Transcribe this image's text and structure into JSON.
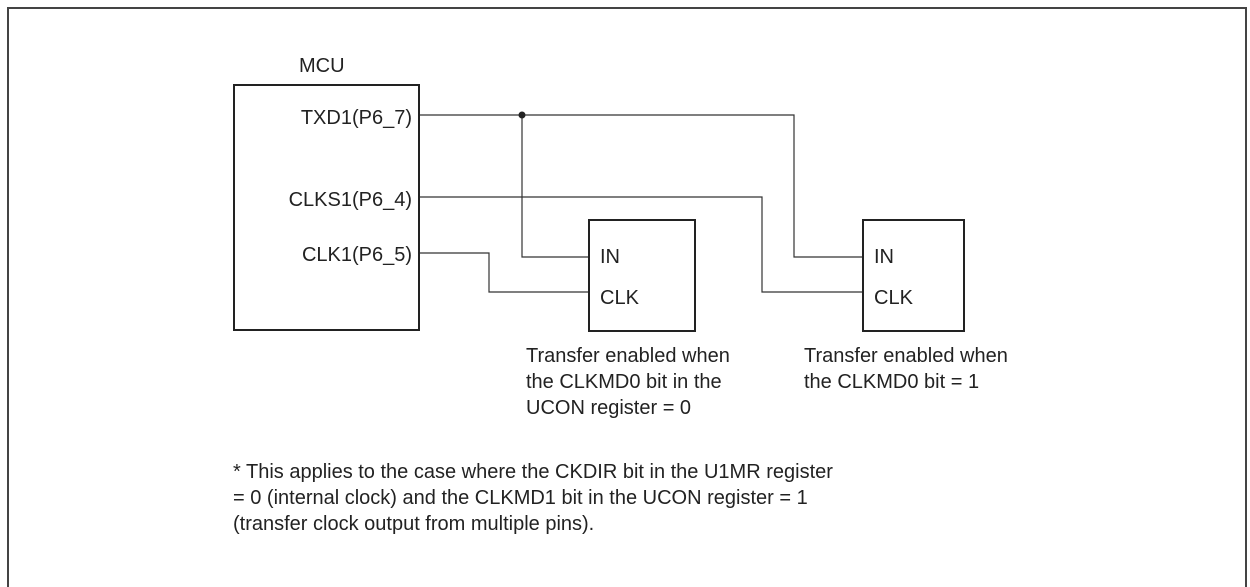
{
  "mcu": {
    "title": "MCU",
    "pins": {
      "txd": "TXD1(P6_7)",
      "clks": "CLKS1(P6_4)",
      "clk": "CLK1(P6_5)"
    }
  },
  "device1": {
    "in_label": "IN",
    "clk_label": "CLK",
    "caption": "Transfer enabled when\nthe CLKMD0 bit in the\nUCON register = 0"
  },
  "device2": {
    "in_label": "IN",
    "clk_label": "CLK",
    "caption": "Transfer enabled when\nthe CLKMD0 bit = 1"
  },
  "footnote": "* This applies to the case where the CKDIR bit in the U1MR register\n  = 0 (internal clock) and the CLKMD1 bit in the UCON register = 1\n  (transfer clock output from multiple pins)."
}
